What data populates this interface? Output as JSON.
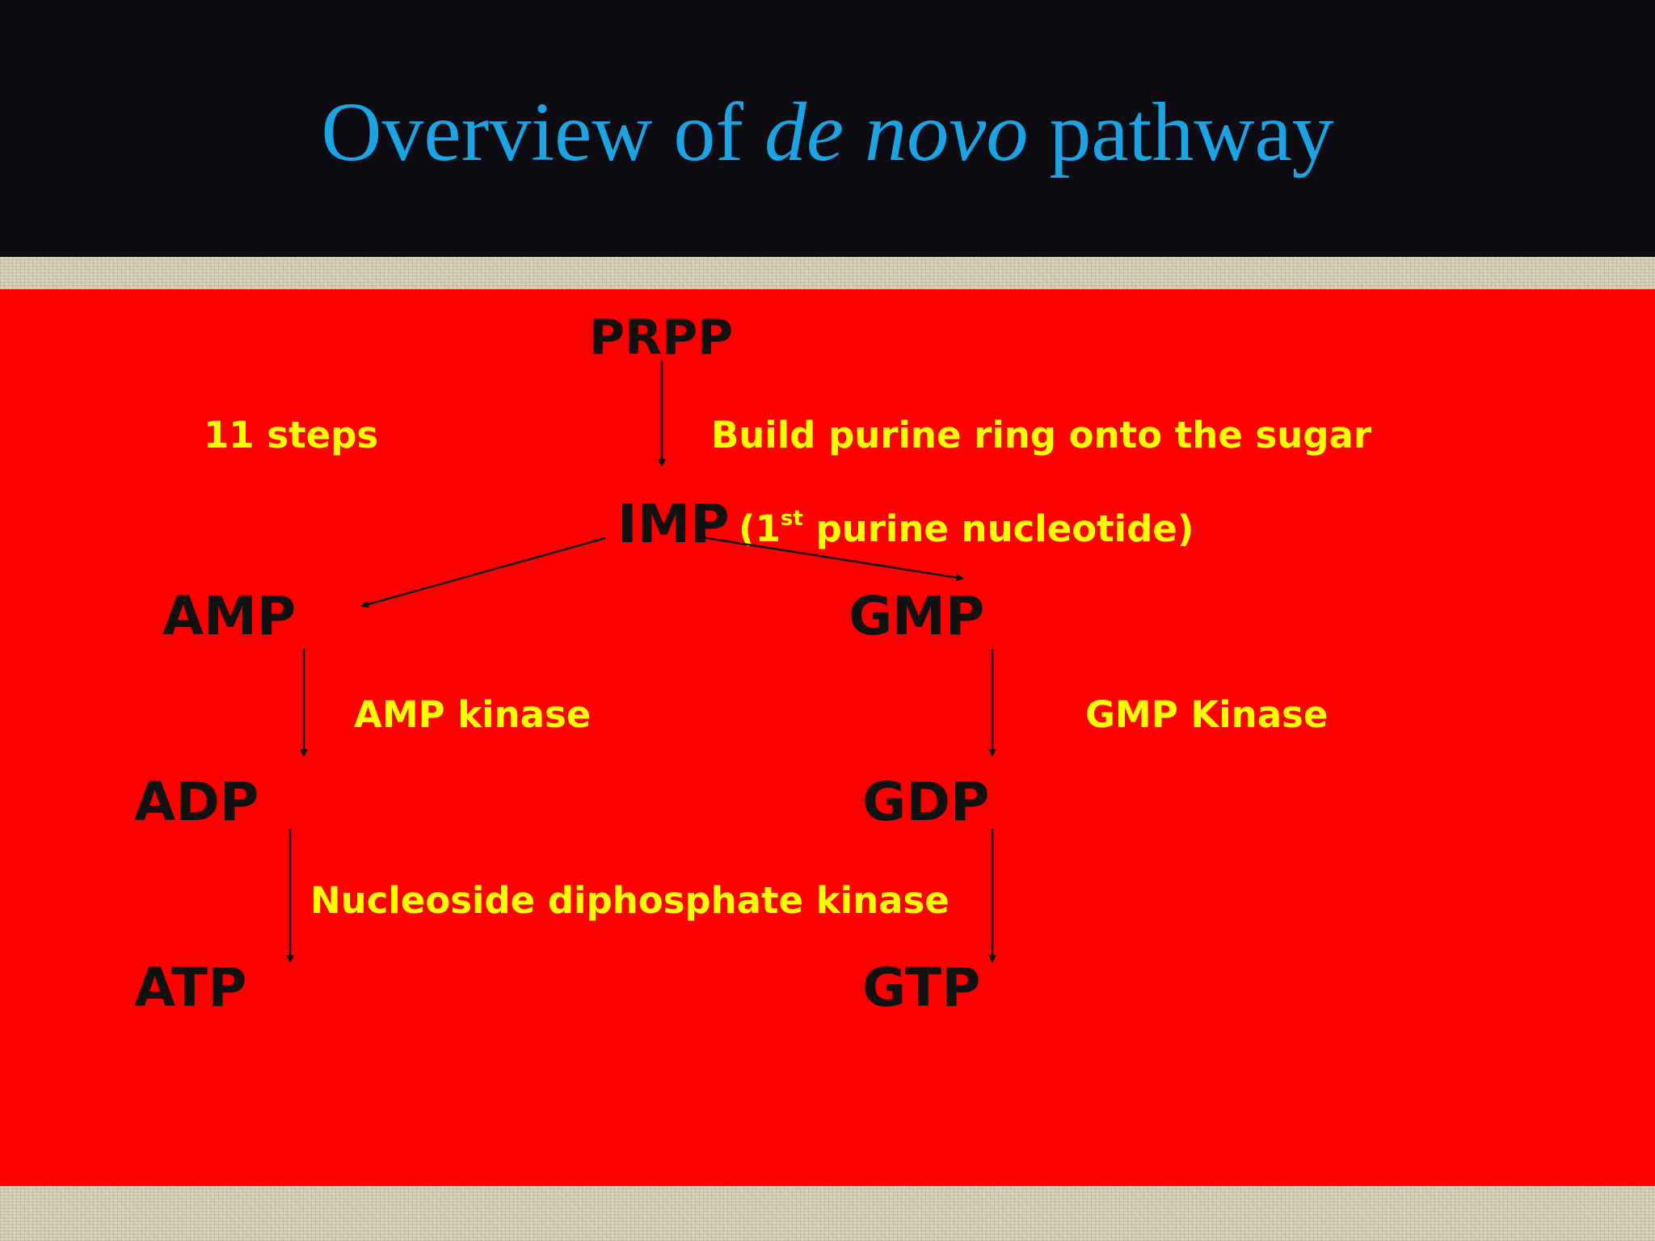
{
  "title": {
    "part1": "Overview of ",
    "italic": "de novo",
    "part2": " pathway"
  },
  "nodes": {
    "prpp": "PRPP",
    "imp": "IMP",
    "amp": "AMP",
    "gmp": "GMP",
    "adp": "ADP",
    "gdp": "GDP",
    "atp": "ATP",
    "gtp": "GTP"
  },
  "labels": {
    "steps": "11 steps",
    "build": "Build purine ring onto the sugar",
    "imp_note_open": "(1",
    "imp_note_sup": "st",
    "imp_note_rest": " purine nucleotide)",
    "amp_kinase": "AMP kinase",
    "gmp_kinase": "GMP Kinase",
    "ndp_kinase": "Nucleoside diphosphate kinase"
  },
  "colors": {
    "title": "#1ba3e3",
    "background_top": "#0d0c13",
    "content": "#ff0000",
    "node_text": "#111111",
    "label_text": "#ffff00",
    "linen": "#d7cfb8"
  }
}
